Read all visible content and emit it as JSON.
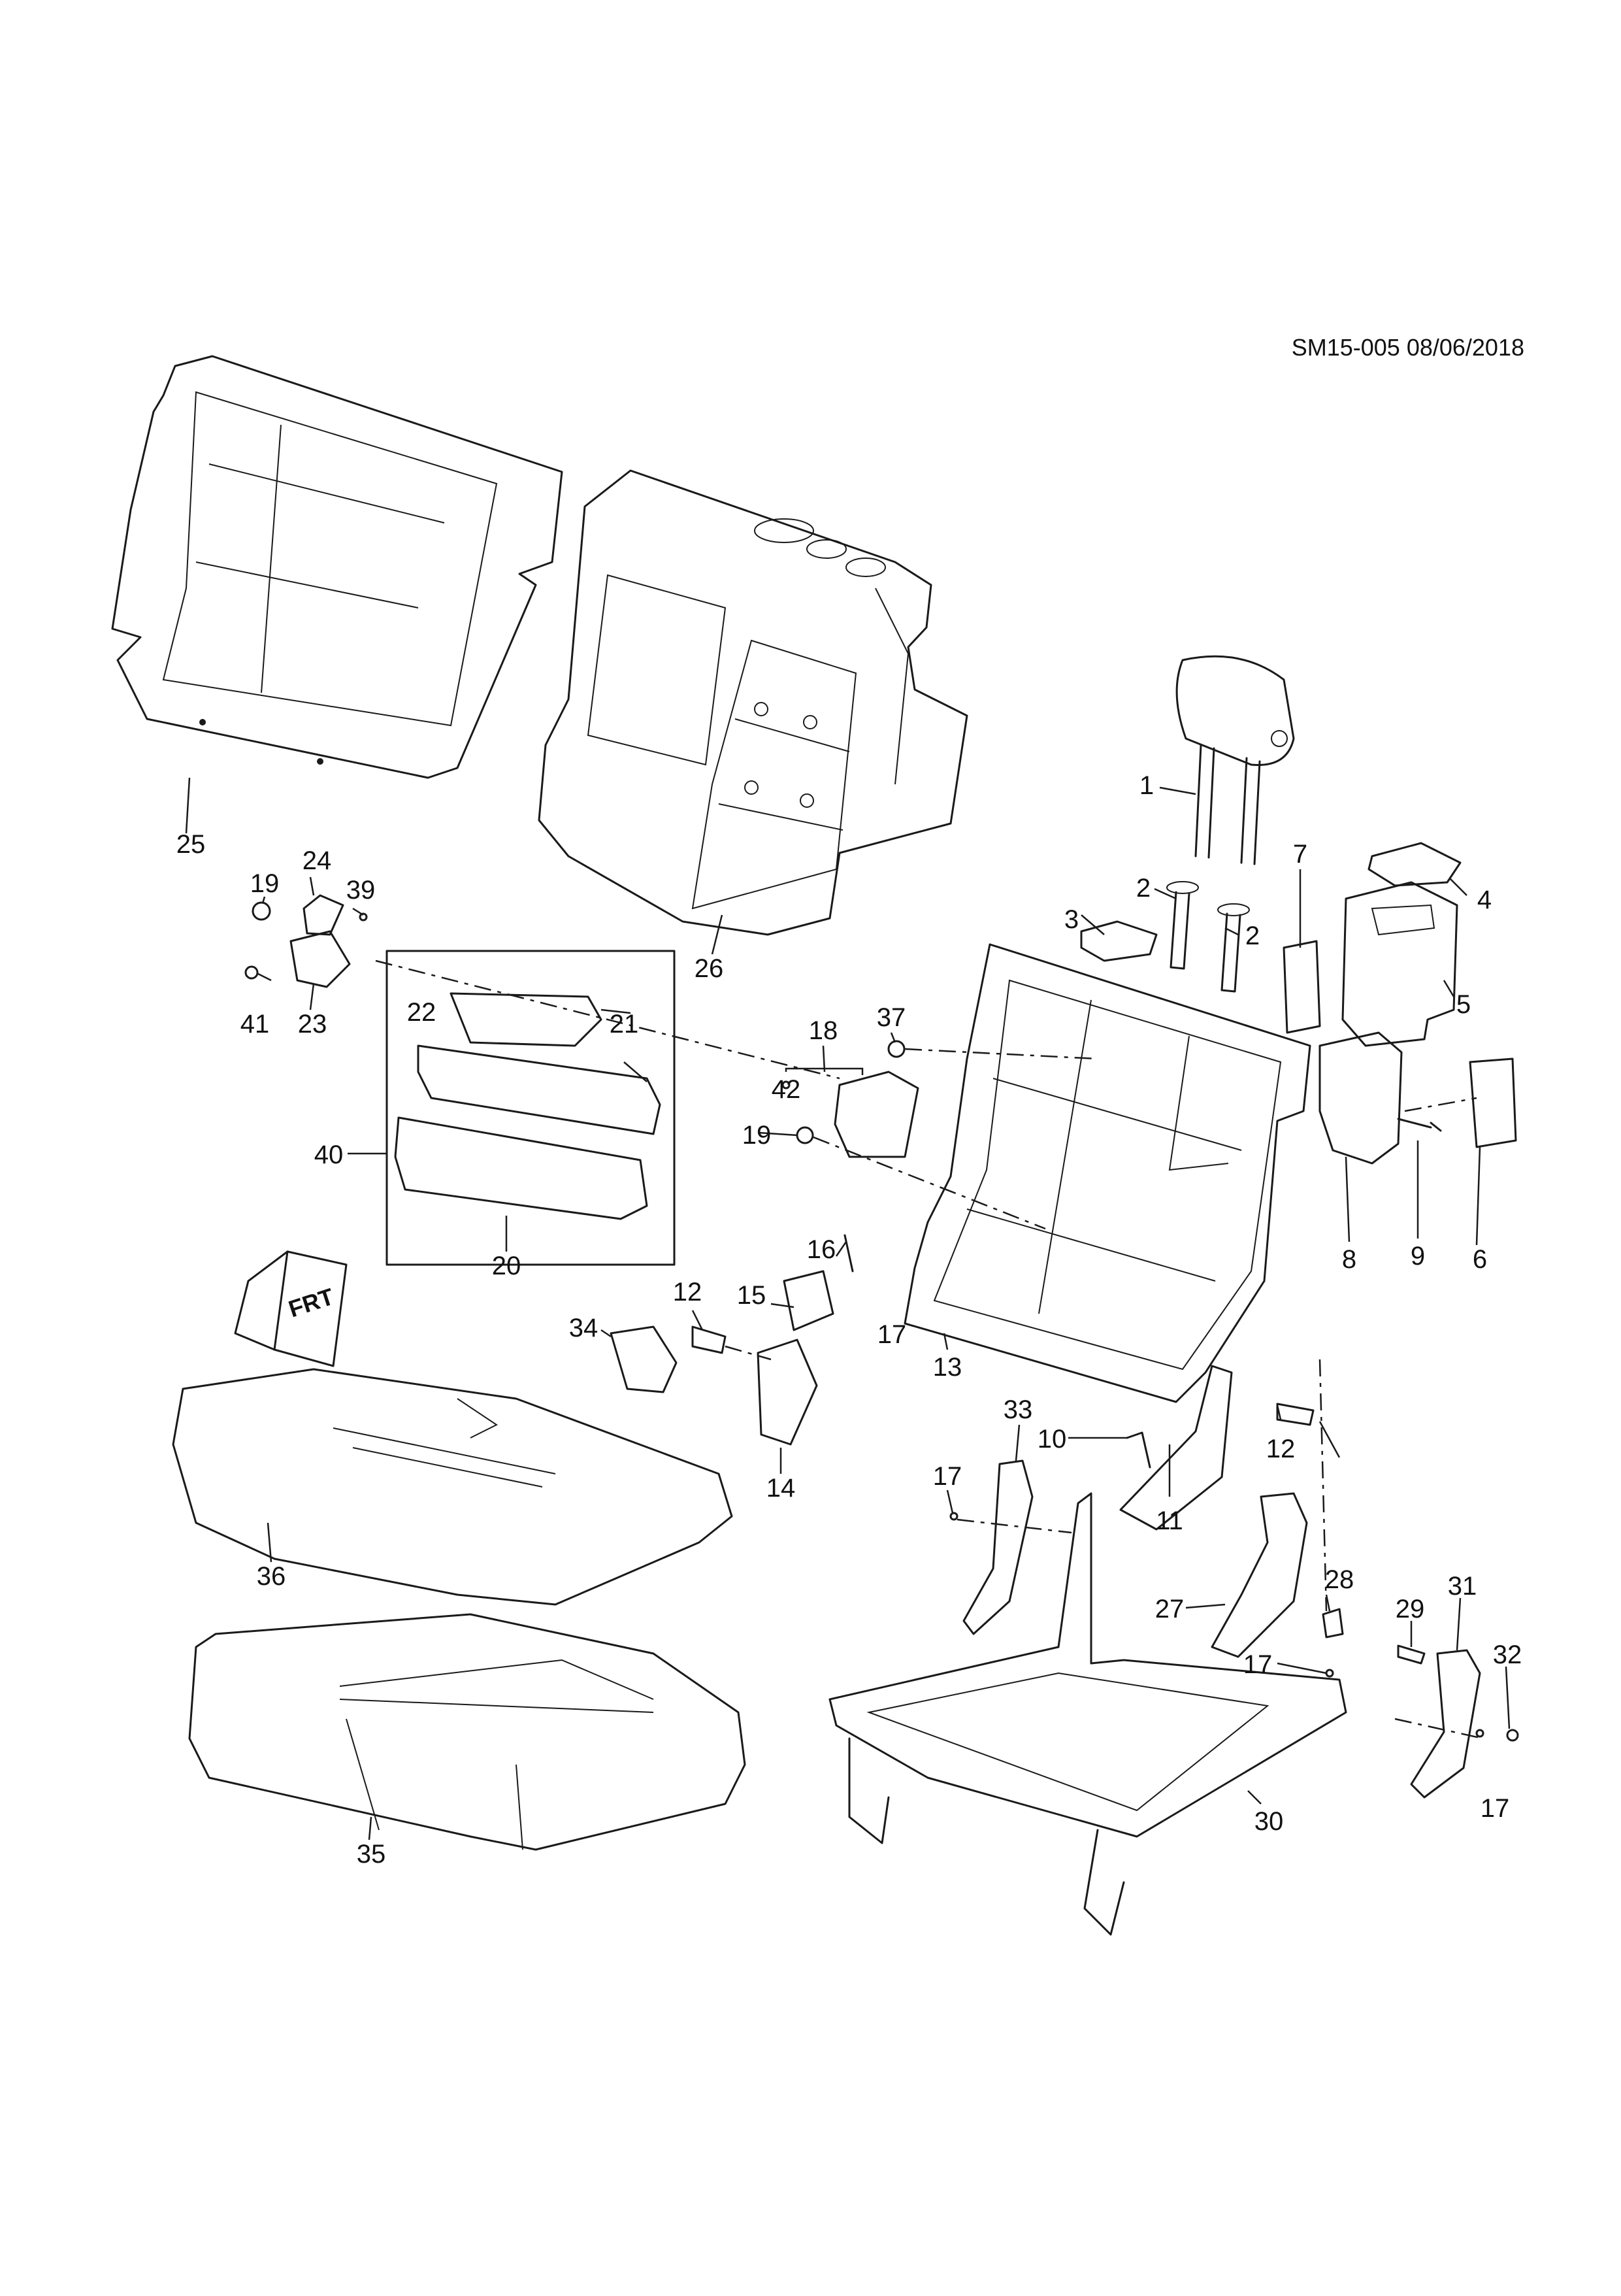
{
  "diagram": {
    "document_id": "SM15-005 08/06/2018",
    "direction_marker": "FRT",
    "callouts": [
      "1",
      "2",
      "2",
      "3",
      "4",
      "5",
      "6",
      "7",
      "8",
      "9",
      "10",
      "11",
      "12",
      "12",
      "13",
      "14",
      "15",
      "16",
      "17",
      "17",
      "17",
      "17",
      "18",
      "19",
      "19",
      "20",
      "21",
      "22",
      "23",
      "24",
      "25",
      "26",
      "27",
      "28",
      "29",
      "30",
      "31",
      "32",
      "33",
      "34",
      "35",
      "36",
      "37",
      "39",
      "40",
      "41",
      "42"
    ]
  }
}
